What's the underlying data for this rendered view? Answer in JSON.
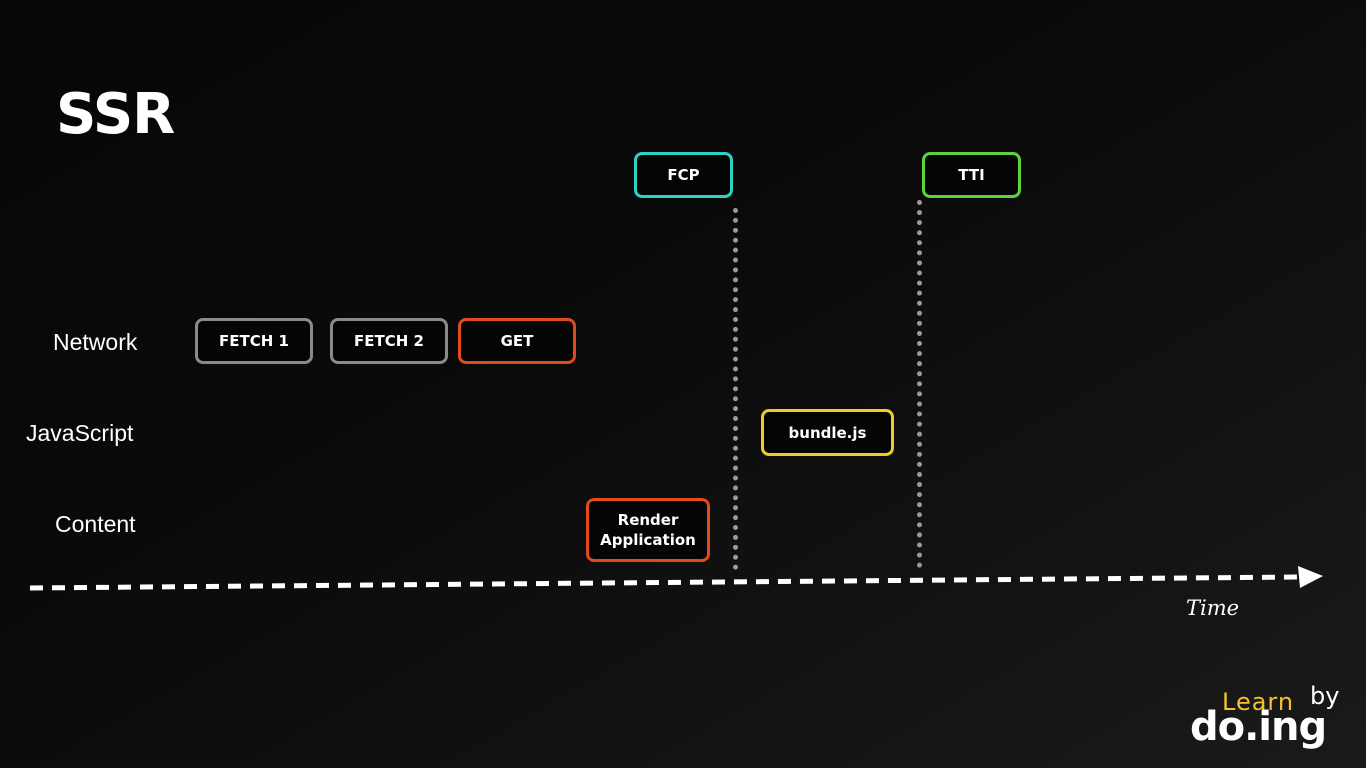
{
  "title": "SSR",
  "rows": {
    "network": "Network",
    "javascript": "JavaScript",
    "content": "Content"
  },
  "network_boxes": {
    "fetch1": "FETCH 1",
    "fetch2": "FETCH 2",
    "get": "GET"
  },
  "javascript_boxes": {
    "bundle": "bundle.js"
  },
  "content_boxes": {
    "render": "Render\nApplication"
  },
  "markers": {
    "fcp": "FCP",
    "tti": "TTI"
  },
  "axis": {
    "label": "Time"
  },
  "logo": {
    "learn": "Learn",
    "by": "by",
    "doing": "do.ing"
  },
  "colors": {
    "fetch": "#8a8a8a",
    "get": "#e14a1c",
    "render": "#e14a1c",
    "bundle": "#f1cb2c",
    "fcp": "#2ed1c6",
    "tti": "#5fd13a",
    "dotted_line": "#9a9a9a",
    "timeline": "#ffffff",
    "logo_accent": "#f3c22b"
  }
}
